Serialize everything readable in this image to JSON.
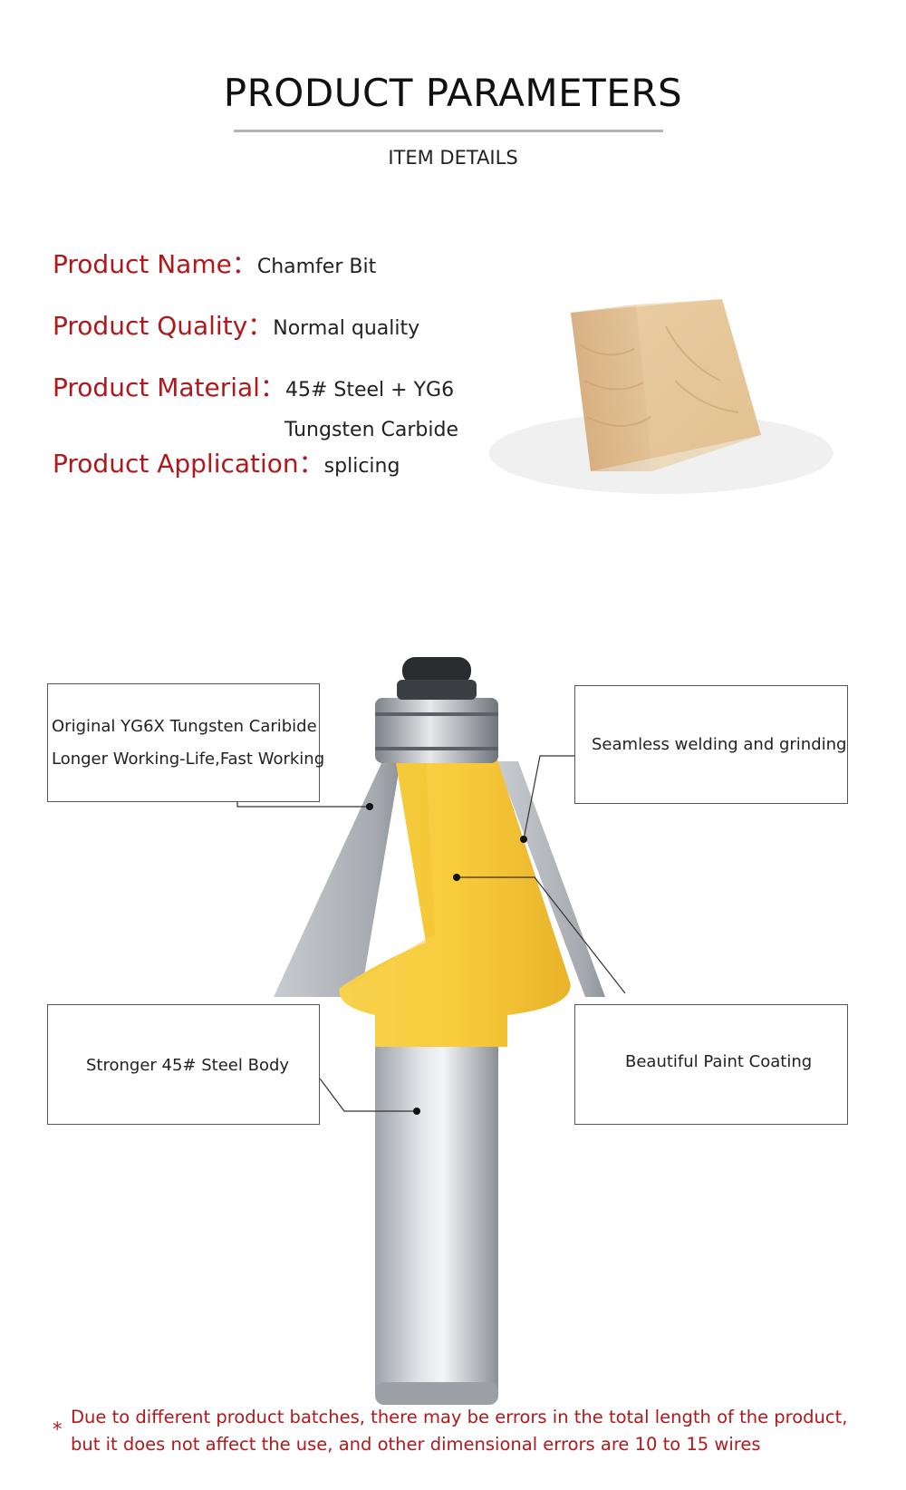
{
  "header": {
    "title": "PRODUCT PARAMETERS",
    "subtitle": "ITEM DETAILS"
  },
  "params": [
    {
      "label": "Product Name：",
      "value": "Chamfer Bit"
    },
    {
      "label": "Product Quality：",
      "value": "Normal quality"
    },
    {
      "label": "Product Material：",
      "value": "45# Steel + YG6",
      "value_line2": "Tungsten Carbide"
    },
    {
      "label": "Product Application：",
      "value": "splicing"
    }
  ],
  "callouts": {
    "carbide": {
      "line1": "Original YG6X Tungsten Caribide",
      "line2": "Longer Working-Life,Fast Working"
    },
    "welding": {
      "text": "Seamless welding and grinding"
    },
    "body": {
      "text": "Stronger 45# Steel Body"
    },
    "paint": {
      "text": "Beautiful Paint Coating"
    }
  },
  "note": {
    "symbol": "*",
    "line1": "Due to different product batches, there may be errors in the total length of the product,",
    "line2": "but it does not affect the use, and other dimensional errors are 10 to 15 wires"
  },
  "colors": {
    "accent_red": "#b0181b",
    "paint_yellow": "#f2c23a",
    "steel_gray": "#b8bcc2",
    "wood": "#e2c197"
  }
}
